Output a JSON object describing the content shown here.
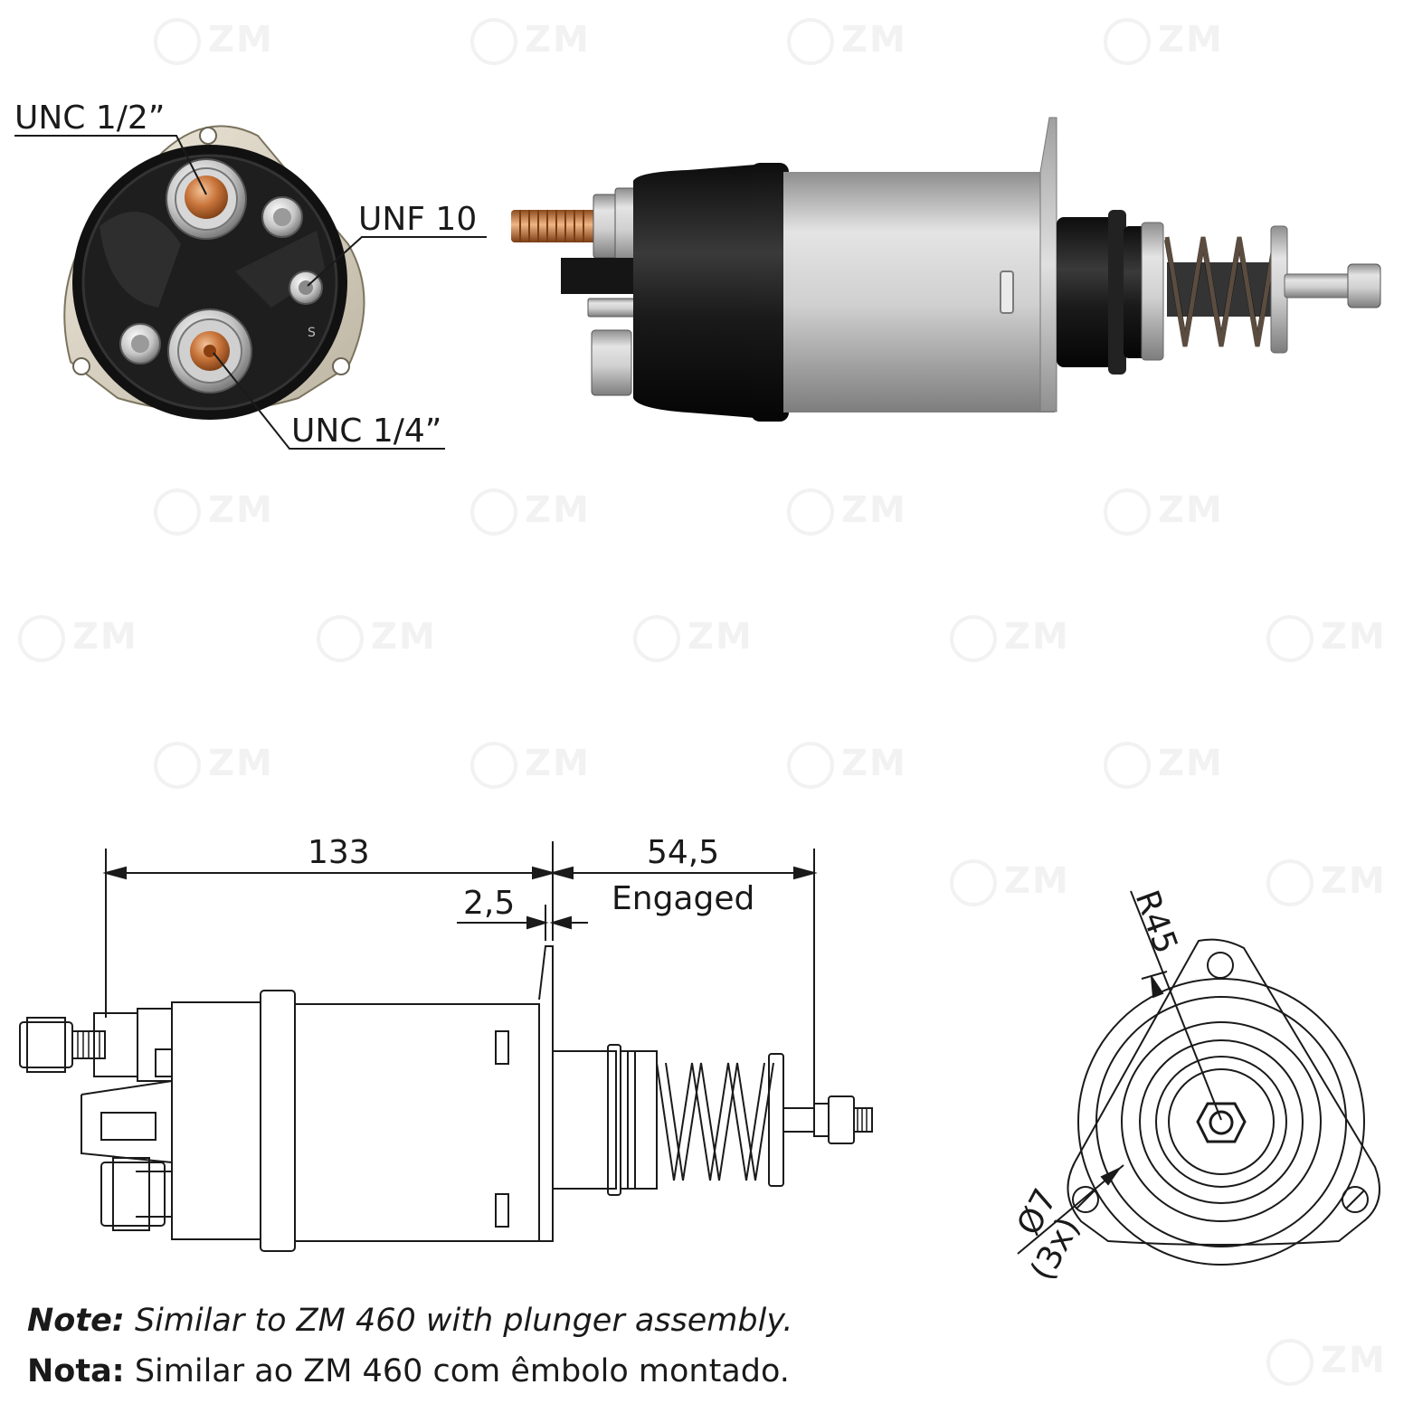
{
  "photo_labels": {
    "top_terminal": "UNC 1/2”",
    "small_terminal": "UNF 10",
    "bottom_terminal": "UNC 1/4”"
  },
  "drawing_dimensions": {
    "overall_length": "133",
    "flange_thickness": "2,5",
    "plunger_travel": "54,5",
    "plunger_state": "Engaged",
    "flange_radius": "R45",
    "hole_diameter": "Ø7",
    "hole_count": "(3x)"
  },
  "notes": {
    "en_key": "Note:",
    "en_text": "Similar to ZM 460 with plunger assembly.",
    "pt_key": "Nota:",
    "pt_text": "Similar ao ZM 460 com êmbolo montado."
  },
  "watermark": {
    "text": "ZM"
  },
  "colors": {
    "body_black": "#1b1b1b",
    "silver": "#c9c9c9",
    "copper": "#c8743a",
    "line": "#1a1a1a"
  }
}
